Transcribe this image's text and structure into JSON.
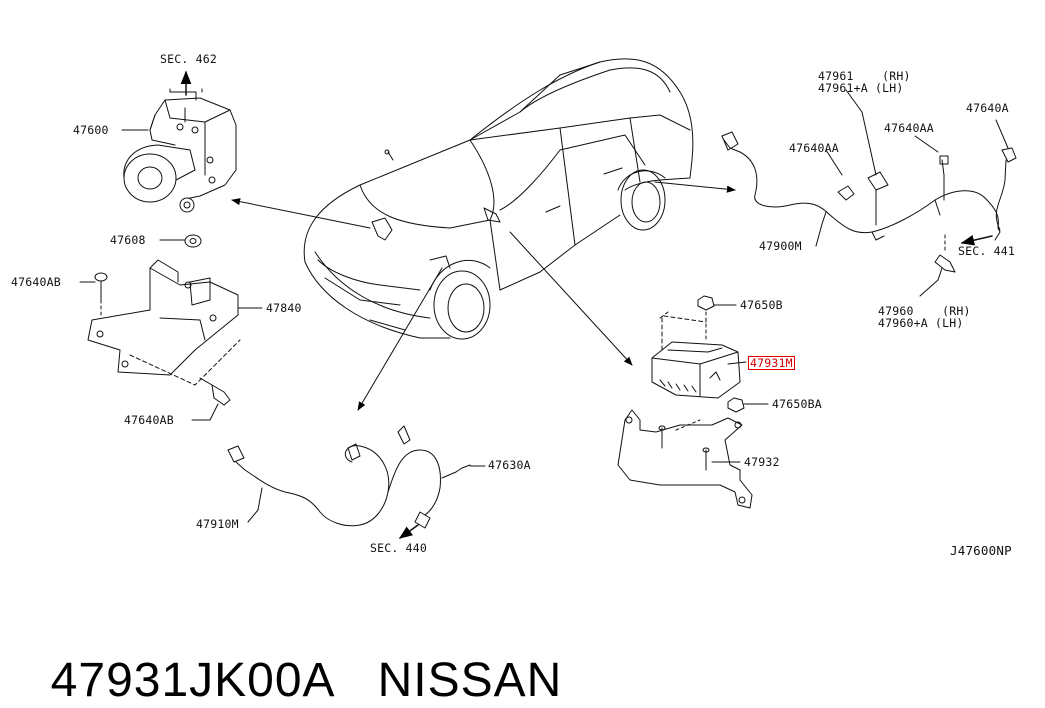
{
  "diagram": {
    "section_labels": {
      "sec_462": "SEC. 462",
      "sec_441": "SEC. 441",
      "sec_440": "SEC. 440"
    },
    "part_labels": {
      "p47600": "47600",
      "p47608": "47608",
      "p47640AB_top": "47640AB",
      "p47840": "47840",
      "p47640AB_bottom": "47640AB",
      "p47961": "47961    (RH)",
      "p47961A": "47961+A (LH)",
      "p47640AA_left": "47640AA",
      "p47640AA_right": "47640AA",
      "p47640A_right": "47640A",
      "p47900M": "47900M",
      "p47960": "47960    (RH)",
      "p47960A": "47960+A (LH)",
      "p47650B": "47650B",
      "p47931M": "47931M",
      "p47650BA": "47650BA",
      "p47932": "47932",
      "p47630A": "47630A",
      "p47910M": "47910M"
    },
    "diagram_code": "J47600NP",
    "highlight_color": "#e00000"
  },
  "caption": {
    "part_number": "47931JK00A",
    "brand": "NISSAN"
  }
}
